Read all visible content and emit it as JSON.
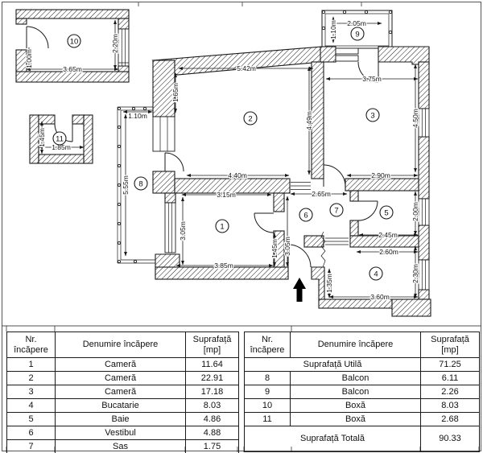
{
  "plan": {
    "room_labels": {
      "r1": "1",
      "r2": "2",
      "r3": "3",
      "r4": "4",
      "r5": "5",
      "r6": "6",
      "r7": "7",
      "r8": "8",
      "r9": "9",
      "r10": "10",
      "r11": "11"
    },
    "dims": {
      "r10_w": "3.65m",
      "r10_h": "2.20m",
      "r10_side": "1.00m",
      "r11_w": "1.85m",
      "r11_h": "1.45m",
      "r9_w": "2.05m",
      "r9_h": "1.10m",
      "r2_top": "5.42m",
      "r2_left": "1.65m",
      "r2_right": "4.49m",
      "r3_top": "3.75m",
      "r3_right": "4.50m",
      "r3_bottom": "2.90m",
      "b8_w": "1.10m",
      "b8_h": "5.55m",
      "r1_top": "4.40m",
      "r1_inner_top": "3.15m",
      "r1_left": "3.05m",
      "r1_bottom": "3.85m",
      "r1_right": "1.45m",
      "r6_h": "3.05m",
      "hall_w": "2.65m",
      "r5_bottom": "2.45m",
      "r5_right": "2.00m",
      "r4_top": "2.60m",
      "r4_bottom": "3.60m",
      "r4_right": "2.30m",
      "r4_left": "1.35m"
    }
  },
  "tables": {
    "left": {
      "header": {
        "col1_line1": "Nr.",
        "col1_line2": "încăpere",
        "col2": "Denumire încăpere",
        "col3_line1": "Suprafață",
        "col3_line2": "[mp]"
      },
      "rows": [
        [
          "1",
          "Cameră",
          "11.64"
        ],
        [
          "2",
          "Cameră",
          "22.91"
        ],
        [
          "3",
          "Cameră",
          "17.18"
        ],
        [
          "4",
          "Bucatarie",
          "8.03"
        ],
        [
          "5",
          "Baie",
          "4.86"
        ],
        [
          "6",
          "Vestibul",
          "4.88"
        ],
        [
          "7",
          "Sas",
          "1.75"
        ]
      ]
    },
    "right": {
      "header": {
        "col1_line1": "Nr.",
        "col1_line2": "încăpere",
        "col2": "Denumire încăpere",
        "col3_line1": "Suprafață",
        "col3_line2": "[mp]"
      },
      "utila_label": "Suprafață Utilă",
      "utila_value": "71.25",
      "rows": [
        [
          "8",
          "Balcon",
          "6.11"
        ],
        [
          "9",
          "Balcon",
          "2.26"
        ],
        [
          "10",
          "Boxă",
          "8.03"
        ],
        [
          "11",
          "Boxă",
          "2.68"
        ]
      ],
      "totala_label": "Suprafață Totală",
      "totala_value": "90.33"
    }
  }
}
